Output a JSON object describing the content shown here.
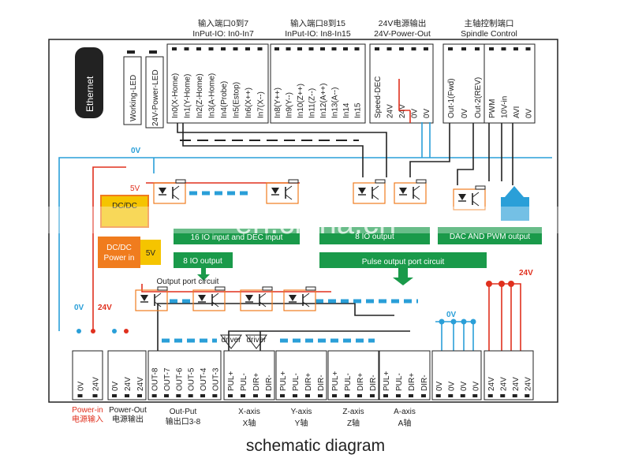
{
  "headers": {
    "in_0_7": [
      "输入端口0到7",
      "InPut-IO: In0-In7"
    ],
    "in_8_15": [
      "输入端口8到15",
      "InPut-IO: In8-In15"
    ],
    "power_out": [
      "24V电源输出",
      "24V-Power-Out"
    ],
    "spindle": [
      "主轴控制端口",
      "Spindle Control"
    ]
  },
  "left": {
    "ethernet": "Ethernet",
    "working_led": "Working-LED",
    "power_led": "24V-Power-LED"
  },
  "in_0_7": [
    "In0(X-Home)",
    "In1(Y-Home)",
    "In2(Z-Home)",
    "In3(A-Home)",
    "In4(Probe)",
    "In5(Estop)",
    "In6(X++)",
    "In7(X--)"
  ],
  "in_8_15": [
    "In8(Y++)",
    "In9(Y--)",
    "In10(Z++)",
    "In11(Z--)",
    "In12(A++)",
    "In13(A--)",
    "In14",
    "In15"
  ],
  "power_out_pins": [
    "Speed-DEC",
    "24V",
    "24V",
    "0V",
    "0V"
  ],
  "spindle_out_pins": [
    "Out-1(Fwd)",
    "0V",
    "Out-2(REV)"
  ],
  "spindle_ana_pins": [
    "PWM",
    "10V-in",
    "AVI",
    "0V"
  ],
  "blocks": {
    "dcdc_top": "DC/DC",
    "dcdc_bottom": [
      "DC/DC",
      "Power in"
    ],
    "five_v": "5V",
    "io16": "16 IO input and DEC input",
    "io8_out_top": "8 IO output",
    "dac_pwm": "DAC AND PWM output",
    "io8_out_left": "8 IO output",
    "pulse_circuit": "Pulse output port circuit",
    "output_circuit": "Output port circuit",
    "driver": "driver"
  },
  "rail_labels": {
    "zero_v": "0V",
    "five_v": "5V",
    "v24": "24V"
  },
  "bottom_pins": {
    "power_in": [
      "0V",
      "24V"
    ],
    "power_out": [
      "0V",
      "24V",
      "24V"
    ],
    "outputs": [
      "OUT-8",
      "OUT-7",
      "OUT-6",
      "OUT-5",
      "OUT-4",
      "OUT-3"
    ],
    "x_axis": [
      "PUL+",
      "PUL-",
      "DIR+",
      "DIR-"
    ],
    "y_axis": [
      "PUL+",
      "PUL-",
      "DIR+",
      "DIR-"
    ],
    "z_axis": [
      "PUL+",
      "PUL-",
      "DIR+",
      "DIR-"
    ],
    "a_axis": [
      "PUL+",
      "PUL-",
      "DIR+",
      "DIR-"
    ],
    "zero_v_block": [
      "0V",
      "0V",
      "0V",
      "0V"
    ],
    "v24_block": [
      "24V",
      "24V",
      "24V",
      "24V"
    ]
  },
  "bottom_labels": {
    "power_in": [
      "Power-in",
      "电源输入"
    ],
    "power_out": [
      "Power-Out",
      "电源输出"
    ],
    "output": [
      "Out-Put",
      "输出口3-8"
    ],
    "x_axis": [
      "X-axis",
      "X轴"
    ],
    "y_axis": [
      "Y-axis",
      "Y轴"
    ],
    "z_axis": [
      "Z-axis",
      "Z轴"
    ],
    "a_axis": [
      "A-axis",
      "A轴"
    ]
  },
  "caption": "schematic diagram",
  "watermark": "en.china.cn",
  "colors": {
    "red": "#e0301e",
    "blue": "#2a9fd8",
    "green": "#1a9a4a",
    "orange": "#f07c1e",
    "yellow": "#f5c400",
    "dark": "#222222"
  }
}
